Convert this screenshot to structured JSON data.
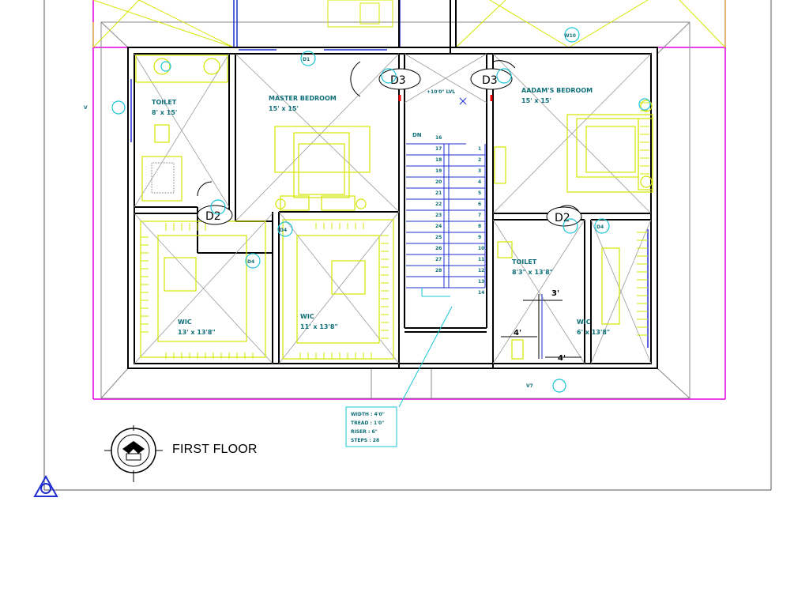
{
  "plan": {
    "title": "FIRST FLOOR",
    "rooms": {
      "master": {
        "name": "MASTER BEDROOM",
        "size": "15' x 15'"
      },
      "aadam": {
        "name": "AADAM'S BEDROOM",
        "size": "15' x 15'"
      },
      "toilet_left": {
        "name": "TOILET",
        "size": "8' x 15'"
      },
      "toilet_right": {
        "name": "TOILET",
        "size": "8'3\" x 13'8\""
      },
      "wic_left": {
        "name": "WIC",
        "size": "13' x 13'8\""
      },
      "wic_mid": {
        "name": "WIC",
        "size": "11' x 13'8\""
      },
      "wic_right": {
        "name": "WIC",
        "size": "6' x 13'8\""
      }
    },
    "doors": {
      "d3_left": "D3",
      "d3_right": "D3",
      "d2_left": "D2",
      "d2_right": "D2",
      "d1": "D1",
      "d4_a": "D4",
      "d4_b": "D4",
      "d4_c": "D4"
    },
    "windows": {
      "w10": "W10",
      "v7": "V7",
      "v_left": "V"
    },
    "stair": {
      "dn": "DN",
      "level": "+10'0\" LVL",
      "steps_left": [
        "16",
        "17",
        "18",
        "19",
        "20",
        "21",
        "22",
        "23",
        "24",
        "25",
        "26",
        "27",
        "28"
      ],
      "steps_right": [
        "1",
        "2",
        "3",
        "4",
        "5",
        "6",
        "7",
        "8",
        "9",
        "10",
        "11",
        "12",
        "13",
        "14"
      ],
      "specs": [
        "WIDTH : 4'0\"",
        "TREAD : 1'0\"",
        "RISER : 6\"",
        "STEPS : 28"
      ]
    },
    "dims": {
      "d3ft": "3'",
      "d4ft_a": "4'",
      "d4ft_b": "4'"
    }
  },
  "colors": {
    "wall": "#000000",
    "yellow": "#d6e600",
    "magenta": "#e000e0",
    "cyan": "#19c6d6",
    "blue": "#1f2fd1",
    "gray": "#8a8a8a"
  }
}
